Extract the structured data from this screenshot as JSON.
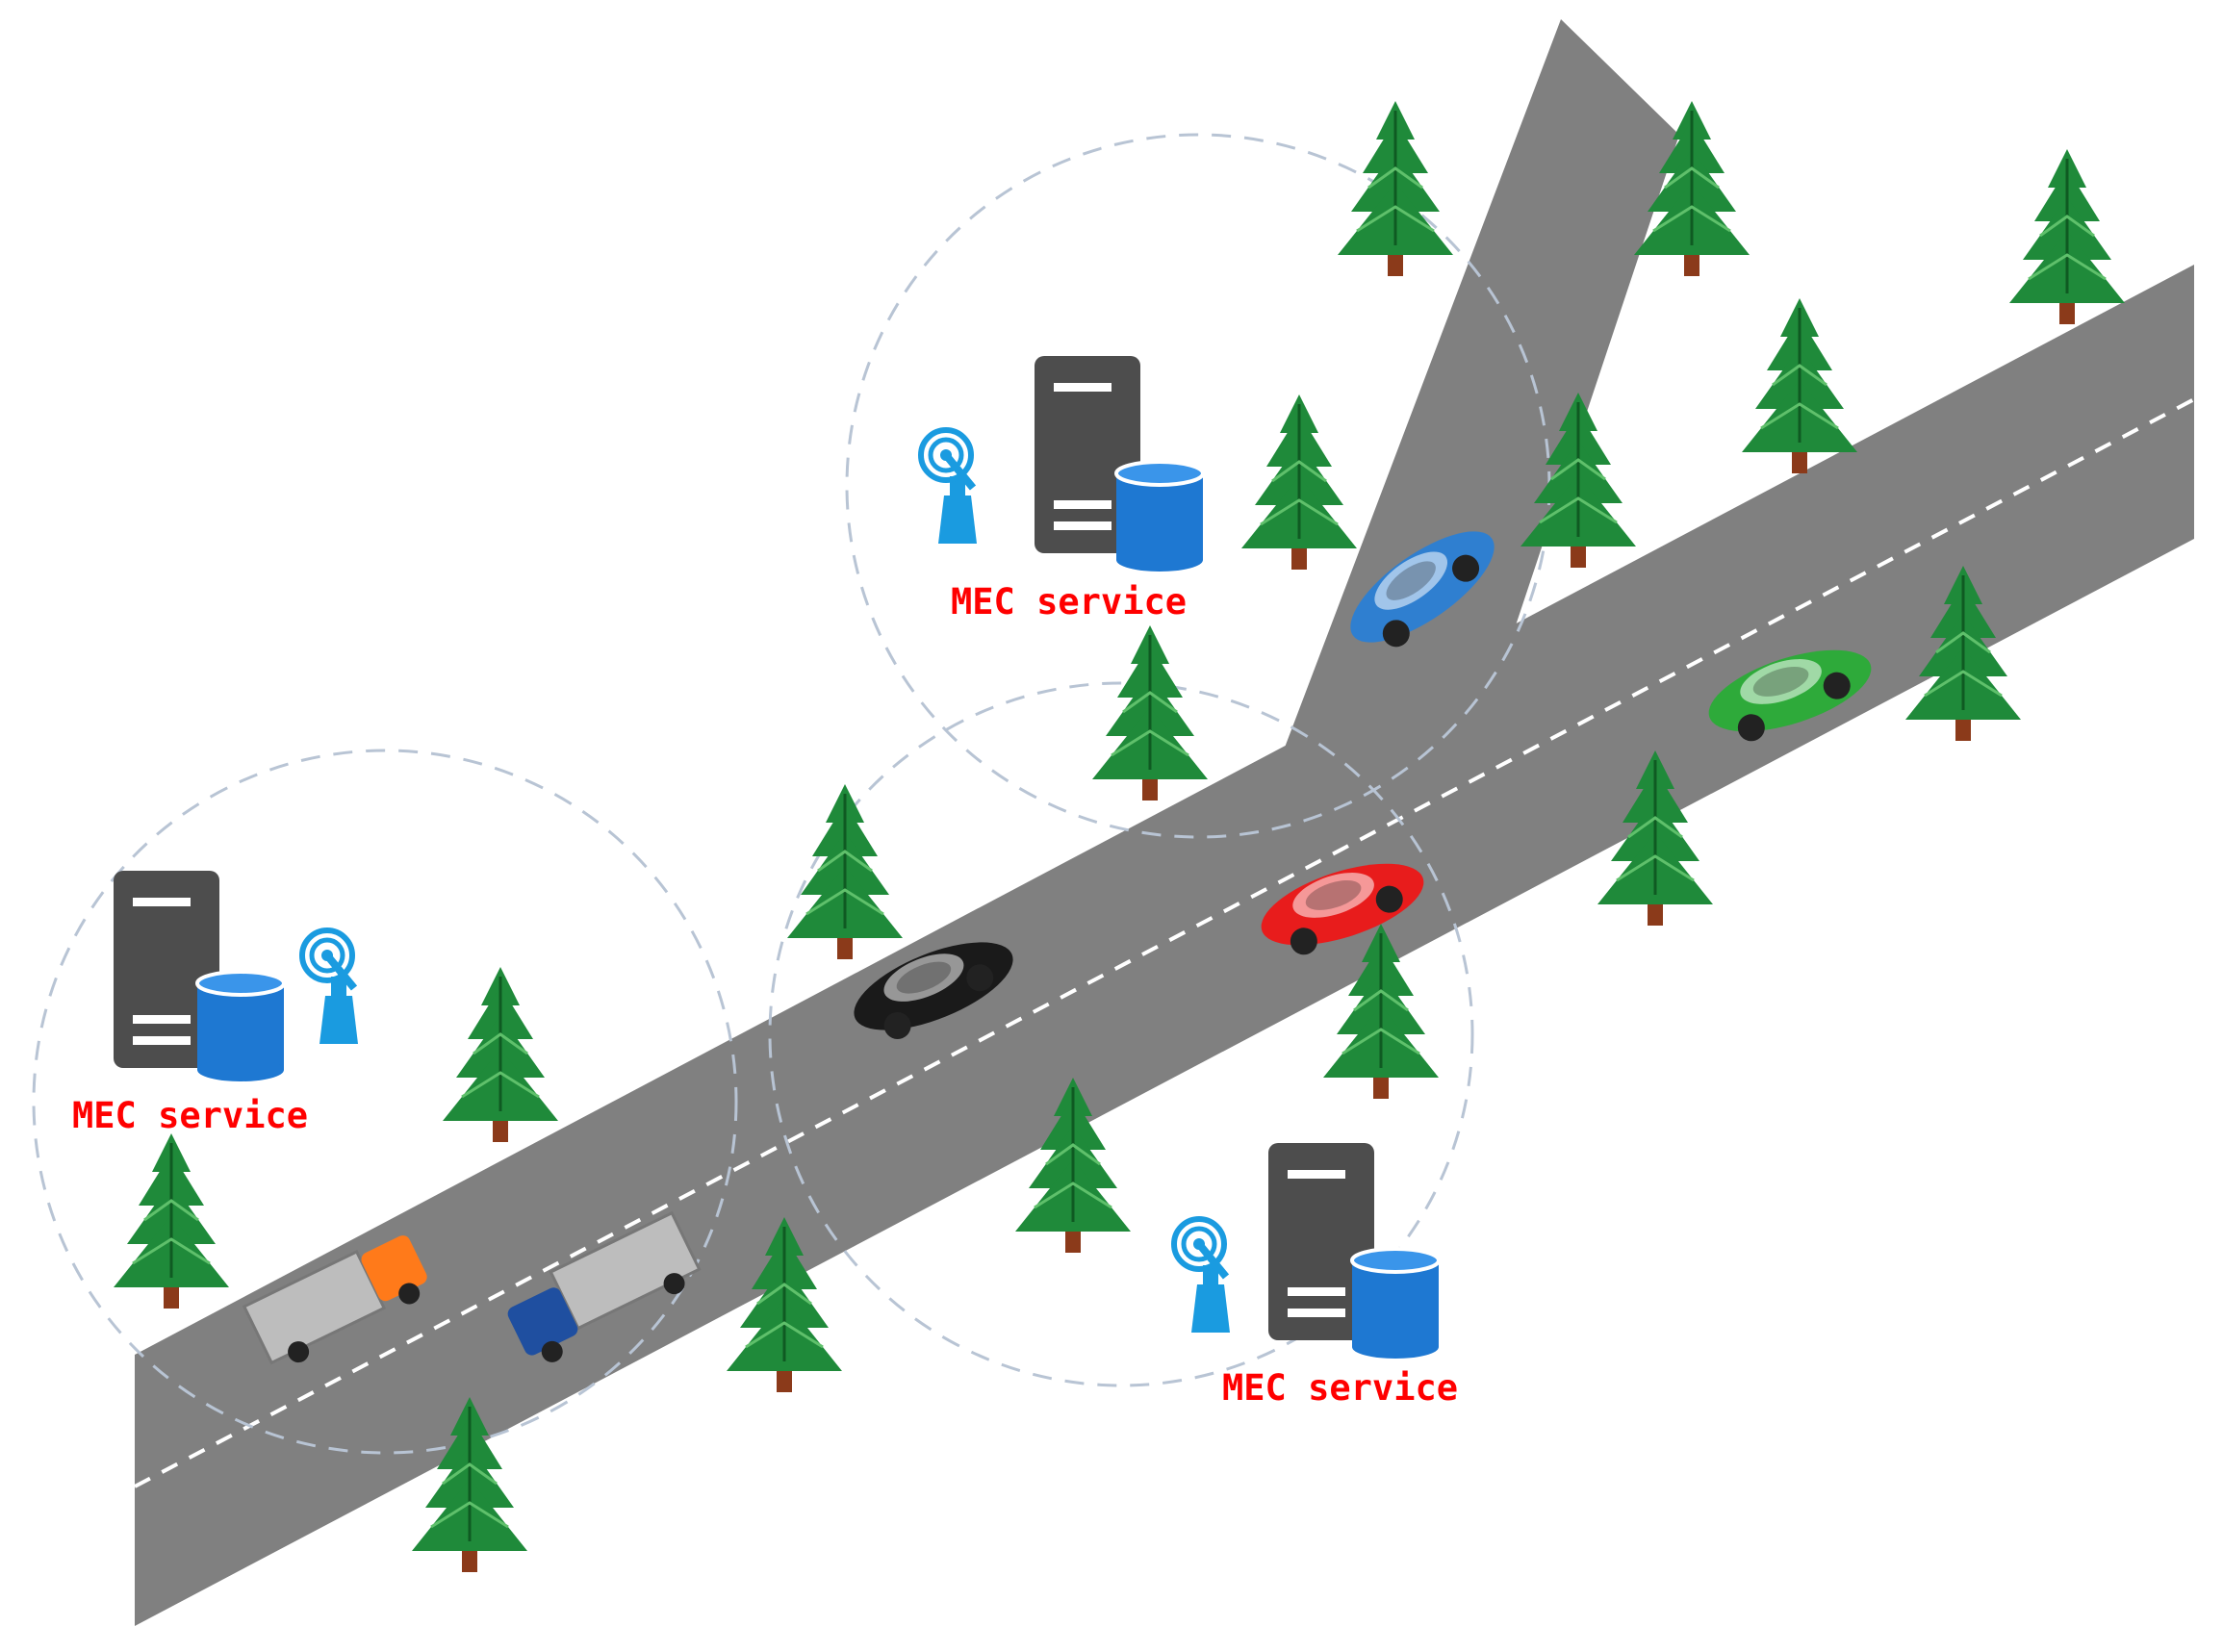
{
  "colors": {
    "road": "#808080",
    "lane_marking": "#ffffff",
    "coverage_ring": "#b8c4d4",
    "label": "#ff0000",
    "server_body": "#4d4d4d",
    "database": "#1e78d2",
    "antenna": "#1a9be0",
    "tree_foliage": "#1f8a3a",
    "tree_trunk": "#8b3a1a"
  },
  "mec_nodes": [
    {
      "label": "MEC service",
      "icons": [
        "server-icon",
        "database-icon",
        "antenna-icon"
      ]
    },
    {
      "label": "MEC service",
      "icons": [
        "server-icon",
        "database-icon",
        "antenna-icon"
      ]
    },
    {
      "label": "MEC service",
      "icons": [
        "server-icon",
        "database-icon",
        "antenna-icon"
      ]
    }
  ],
  "vehicles": [
    {
      "kind": "car",
      "color": "#2f7fd0"
    },
    {
      "kind": "car",
      "color": "#2eaa3a"
    },
    {
      "kind": "car",
      "color": "#e81c1c"
    },
    {
      "kind": "car",
      "color": "#1a1a1a"
    },
    {
      "kind": "truck",
      "color": "#ff7a1a"
    },
    {
      "kind": "truck",
      "color": "#1f4fa0"
    }
  ],
  "icons": {
    "tree": "pine-tree-icon",
    "car": "car-icon",
    "truck": "truck-icon"
  }
}
